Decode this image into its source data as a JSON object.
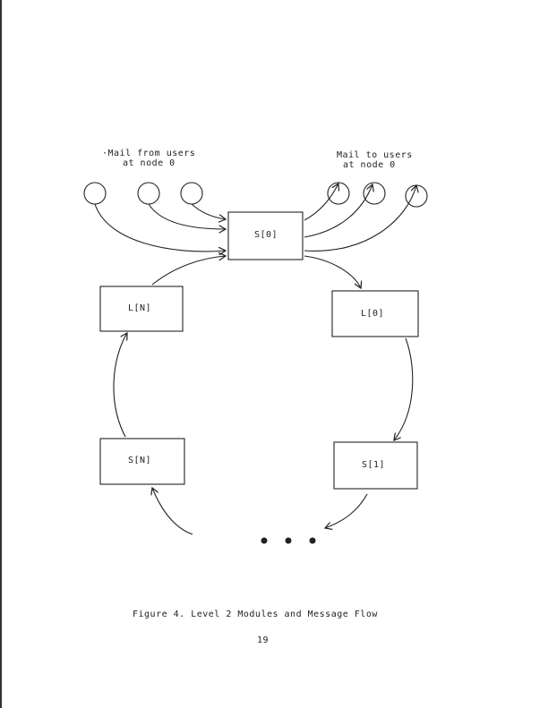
{
  "figure": {
    "input_label_line1": "·Mail from users",
    "input_label_line2": "at node 0",
    "output_label_line1": "Mail to users",
    "output_label_line2": "at node 0",
    "modules": {
      "s0": "S[0]",
      "ln": "L[N]",
      "l0": "L[0]",
      "sn": "S[N]",
      "s1": "S[1]"
    },
    "caption": "Figure 4.  Level 2 Modules and Message Flow",
    "page_number": "19"
  }
}
